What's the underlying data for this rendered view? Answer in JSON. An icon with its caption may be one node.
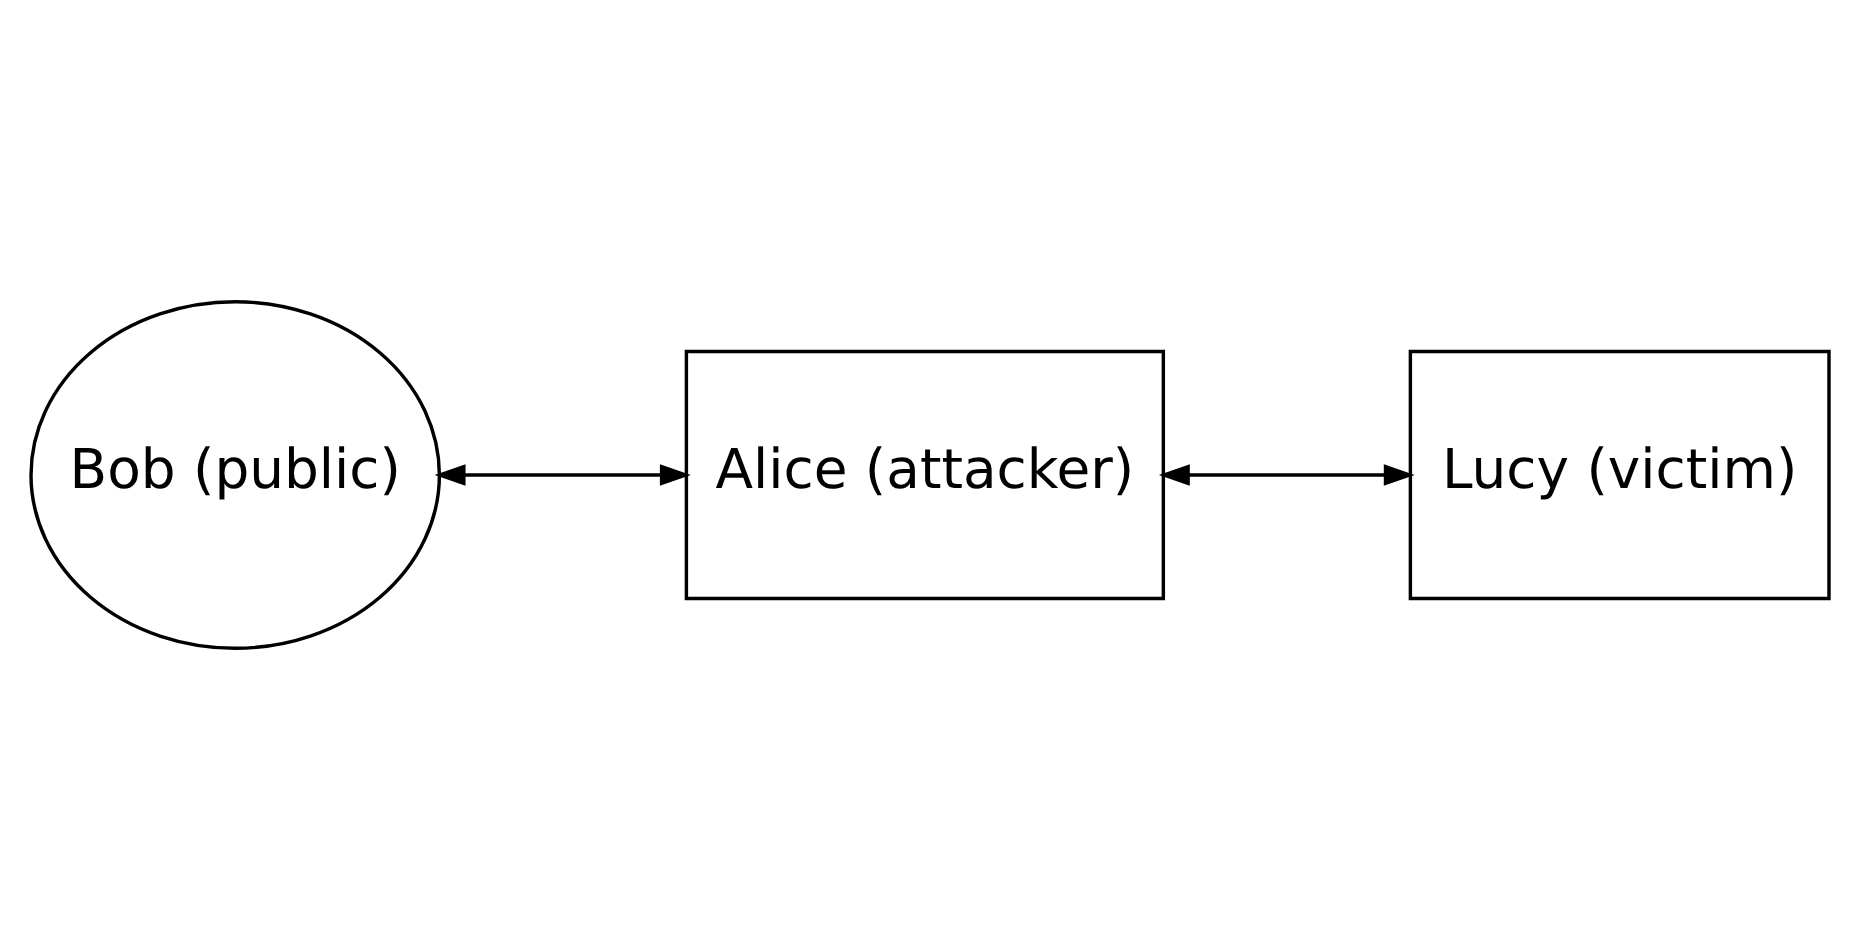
{
  "diagram": {
    "nodes": [
      {
        "text": [
          "Bob (public)"
        ]
      },
      {
        "text": [
          "Alice (attacker)"
        ]
      },
      {
        "text": [
          "Lucy (victim)"
        ]
      }
    ],
    "edges": [
      {
        "from": 0,
        "to": 1,
        "arrow": "both"
      },
      {
        "from": 1,
        "to": 2,
        "arrow": "both"
      }
    ]
  }
}
